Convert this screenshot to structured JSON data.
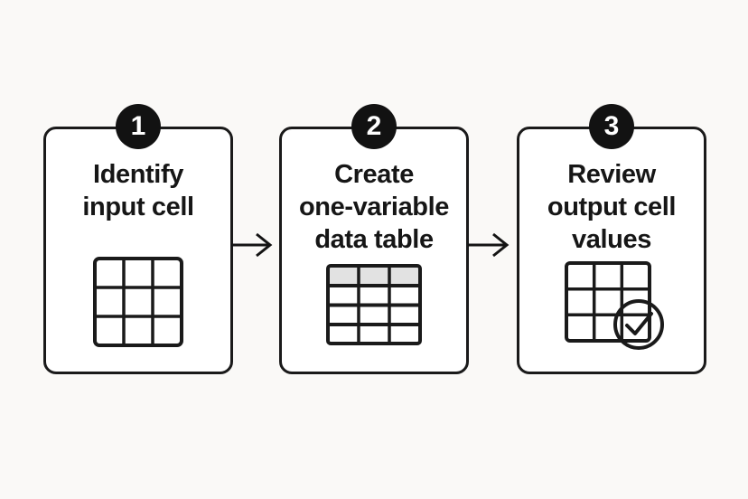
{
  "figure": {
    "kind": "process-flow-diagram",
    "direction": "left-to-right",
    "step_count": 3
  },
  "colors": {
    "background": "#faf9f7",
    "card_bg": "#ffffff",
    "border": "#1a1a1a",
    "badge_bg": "#121212",
    "badge_text": "#ffffff",
    "text": "#161616",
    "table_header_fill": "#e2e2e2",
    "check_circle_fill": "#ffffff"
  },
  "steps": [
    {
      "number": "1",
      "title_lines": {
        "0": "Identify",
        "1": "input cell"
      },
      "icon": "grid-3x3-icon"
    },
    {
      "number": "2",
      "title_lines": {
        "0": "Create",
        "1": "one-variable",
        "2": "data table"
      },
      "icon": "data-table-with-header-icon"
    },
    {
      "number": "3",
      "title_lines": {
        "0": "Review",
        "1": "output cell",
        "2": "values"
      },
      "icon": "grid-with-checkmark-icon"
    }
  ],
  "connectors": {
    "count": 2,
    "glyph": "→",
    "meaning": "next step"
  }
}
